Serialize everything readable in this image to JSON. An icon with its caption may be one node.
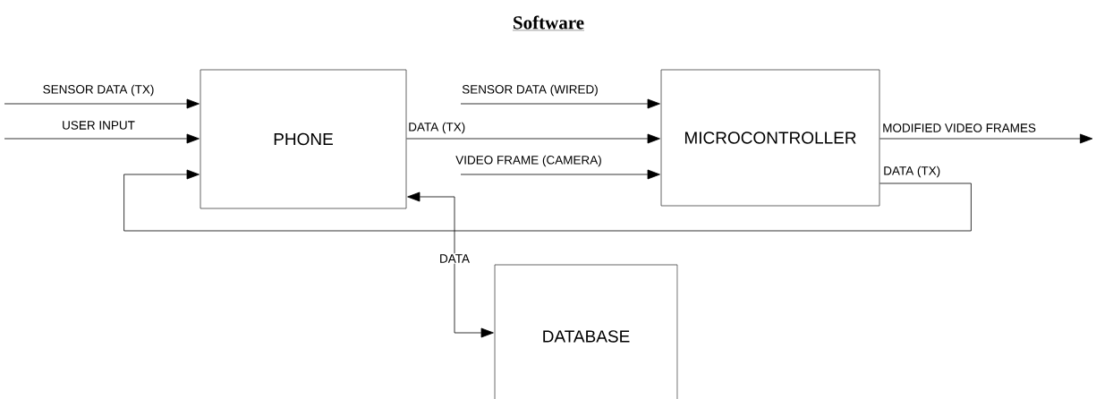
{
  "diagram": {
    "title": "Software",
    "nodes": [
      {
        "text": [
          "PHONE"
        ]
      },
      {
        "text": [
          "MICROCONTROLLER"
        ]
      },
      {
        "text": [
          "DATABASE"
        ]
      }
    ],
    "edges": [
      {
        "from": null,
        "to": 0,
        "arrow": "to",
        "label": "SENSOR DATA (TX)"
      },
      {
        "from": null,
        "to": 0,
        "arrow": "to",
        "label": "USER INPUT"
      },
      {
        "from": 0,
        "to": 1,
        "arrow": "to",
        "label": "DATA (TX)"
      },
      {
        "from": null,
        "to": 1,
        "arrow": "to",
        "label": "SENSOR DATA (WIRED)"
      },
      {
        "from": null,
        "to": 1,
        "arrow": "to",
        "label": "VIDEO FRAME (CAMERA)"
      },
      {
        "from": 1,
        "to": null,
        "arrow": "to",
        "label": "MODIFIED VIDEO FRAMES"
      },
      {
        "from": 1,
        "to": 0,
        "arrow": "to",
        "label": "DATA (TX)"
      },
      {
        "from": 0,
        "to": 2,
        "arrow": "both",
        "label": "DATA"
      }
    ]
  }
}
